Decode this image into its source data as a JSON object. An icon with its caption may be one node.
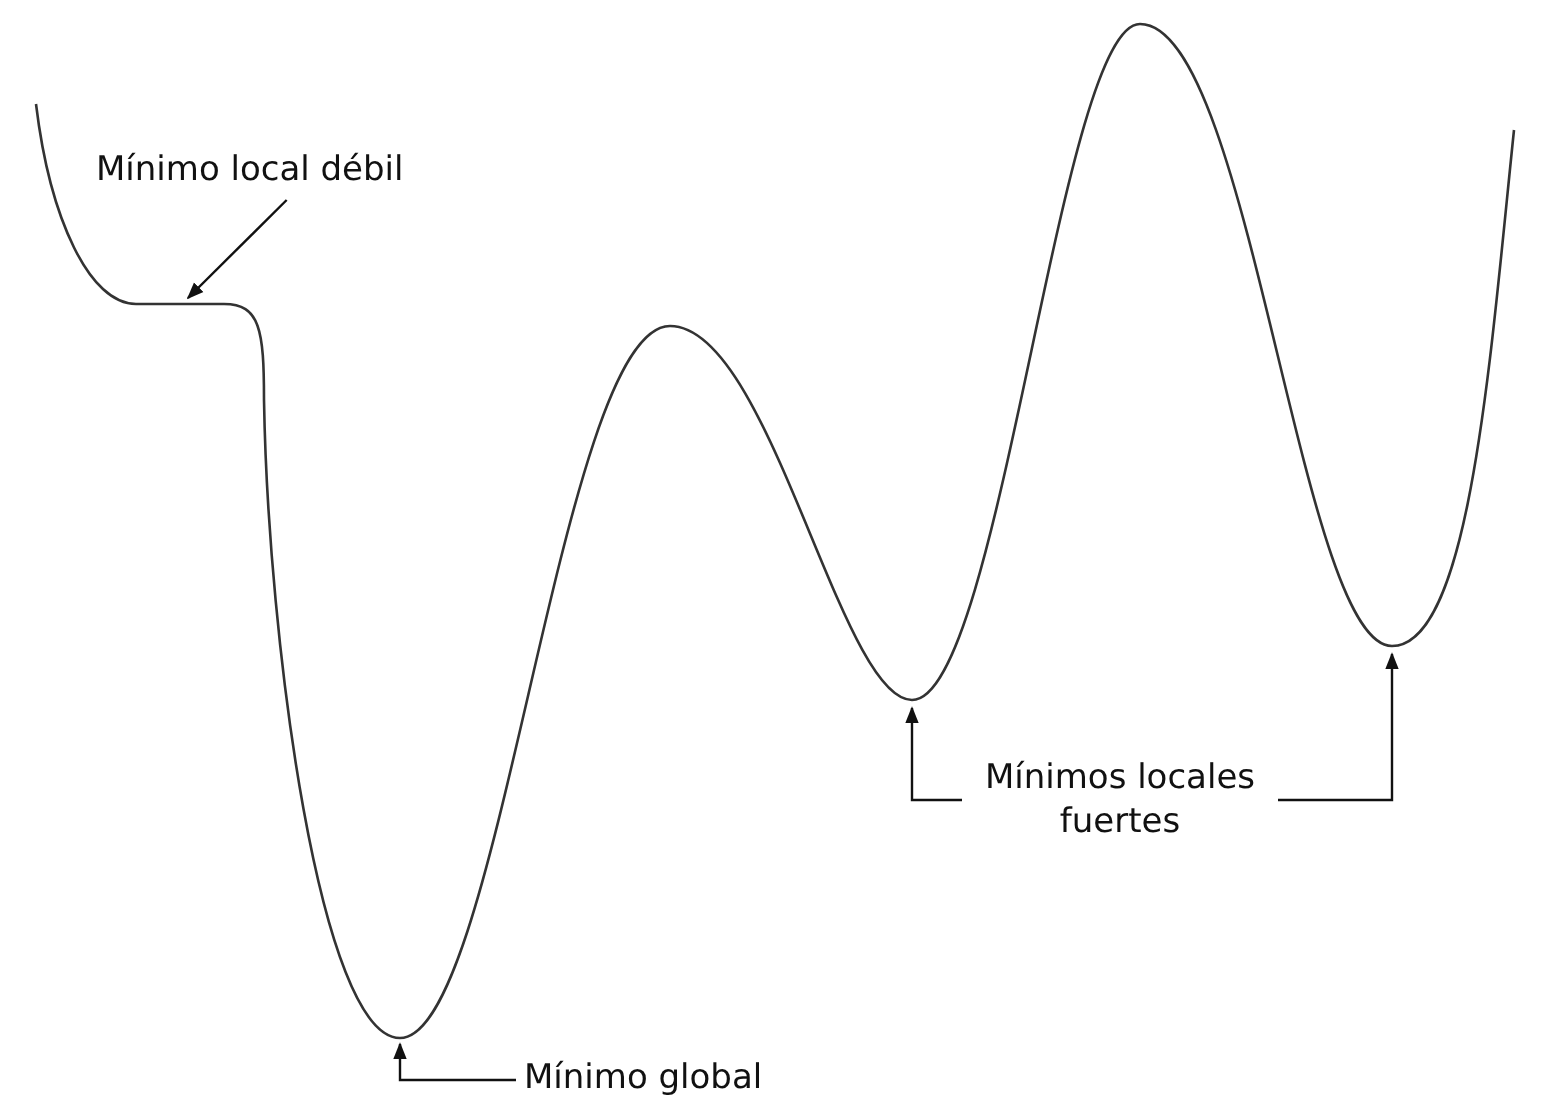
{
  "diagram": {
    "nodes": [
      {
        "text": [
          "Mínimo local débil"
        ]
      },
      {
        "text": [
          "Mínimos locales fuertes"
        ]
      },
      {
        "text": [
          "Mínimo global"
        ]
      }
    ],
    "edges": [
      {
        "from": 0,
        "to": null,
        "arrow": "to"
      },
      {
        "from": 1,
        "to": null,
        "arrow": "to"
      },
      {
        "from": 1,
        "to": null,
        "arrow": "to"
      },
      {
        "from": 2,
        "to": null,
        "arrow": "to"
      }
    ]
  }
}
